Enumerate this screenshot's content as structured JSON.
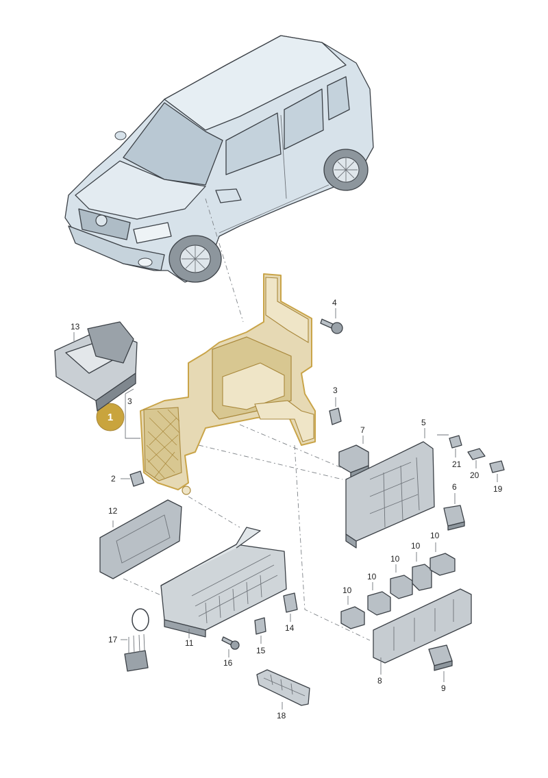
{
  "colors": {
    "car_body": "#d7e2ea",
    "car_shade": "#b9c8d3",
    "part_grey": "#b9c0c6",
    "part_dark": "#7f878e",
    "highlight_fill": "#e6d9b4",
    "highlight_stroke": "#c9a448",
    "callout_fill": "#c9a43d"
  },
  "callout": {
    "label": "1"
  },
  "labels": {
    "p2": "2",
    "p3a": "3",
    "p3b": "3",
    "p4": "4",
    "p5": "5",
    "p6": "6",
    "p7": "7",
    "p8": "8",
    "p9": "9",
    "p10a": "10",
    "p10b": "10",
    "p10c": "10",
    "p10d": "10",
    "p10e": "10",
    "p11": "11",
    "p12": "12",
    "p13": "13",
    "p14": "14",
    "p15": "15",
    "p16": "16",
    "p17": "17",
    "p18": "18",
    "p19": "19",
    "p20": "20",
    "p21": "21"
  }
}
